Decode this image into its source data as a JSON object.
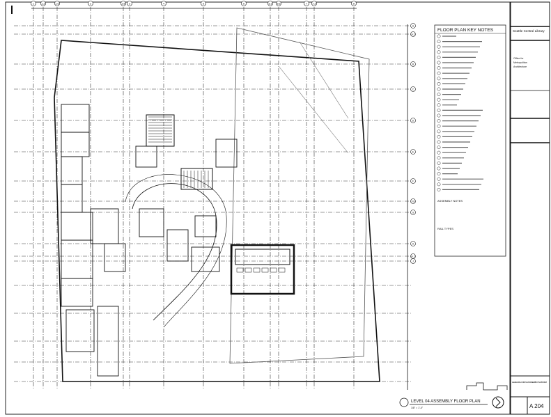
{
  "sheet": {
    "project": "Seattle Central Library",
    "sheet_number": "A 204",
    "drawing_title": "LEVEL 04 ASSEMBLY FLOOR PLAN",
    "block_title": "LEVEL 04 FLOOR PLAN ASSEMBLY PLATFORM",
    "scale": "1/8\" = 1'-0\"",
    "architects": [
      "Office for",
      "Metropolitan",
      "Architecture"
    ]
  },
  "grid": {
    "columns": [
      "1",
      "1.2",
      "1.6",
      "2",
      "2.8",
      "3",
      "4",
      "5",
      "6",
      "6.1",
      "6.5",
      "7",
      "7.2",
      "8"
    ],
    "rows": [
      "A",
      "A.2",
      "B",
      "C",
      "D",
      "E",
      "F",
      "F.8",
      "G",
      "H",
      "H.2",
      "J"
    ]
  },
  "key_notes": {
    "title": "FLOOR PLAN KEY NOTES",
    "count": 30,
    "section2_title": "ASSEMBLY NOTES",
    "section3_title": "RAIL TYPES"
  },
  "colors": {
    "ink": "#111111",
    "paper": "#ffffff"
  }
}
